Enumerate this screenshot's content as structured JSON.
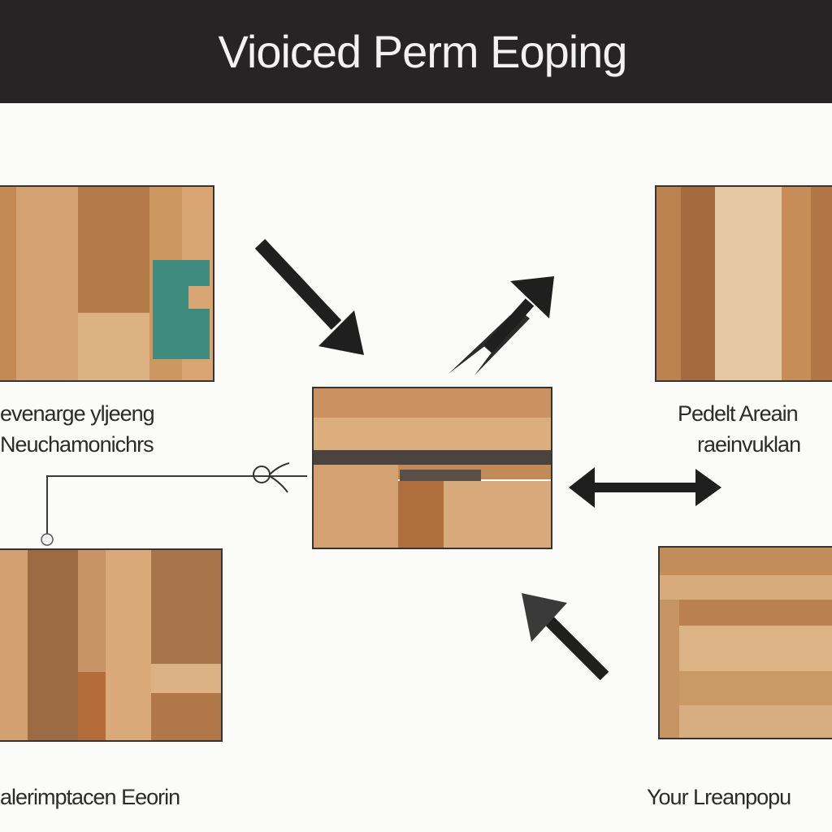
{
  "header": {
    "title": "Vioiced Perm Eoping"
  },
  "captions": {
    "top_left_line1": "evenarge yljeeng",
    "top_left_line2": "Neuchamonichrs",
    "top_right_line1": "Pedelt Areain",
    "top_right_line2": "raeinvuklan",
    "bottom_left": "alerimptacen Eeorin",
    "bottom_right": "Your Lreanpopu"
  },
  "colors": {
    "header_bg": "#262424",
    "background": "#fbfbfa",
    "wood_light": "#d8a877",
    "wood_mid": "#b9824f",
    "wood_dark": "#8c5630",
    "teal_accent": "#3f8b80",
    "arrow": "#1f1f1f"
  },
  "icons": {
    "arrows": [
      "arrow-down-right-icon",
      "arrow-up-right-icon",
      "double-arrow-icon",
      "arrow-up-left-icon"
    ],
    "connector": "scissors-icon"
  }
}
